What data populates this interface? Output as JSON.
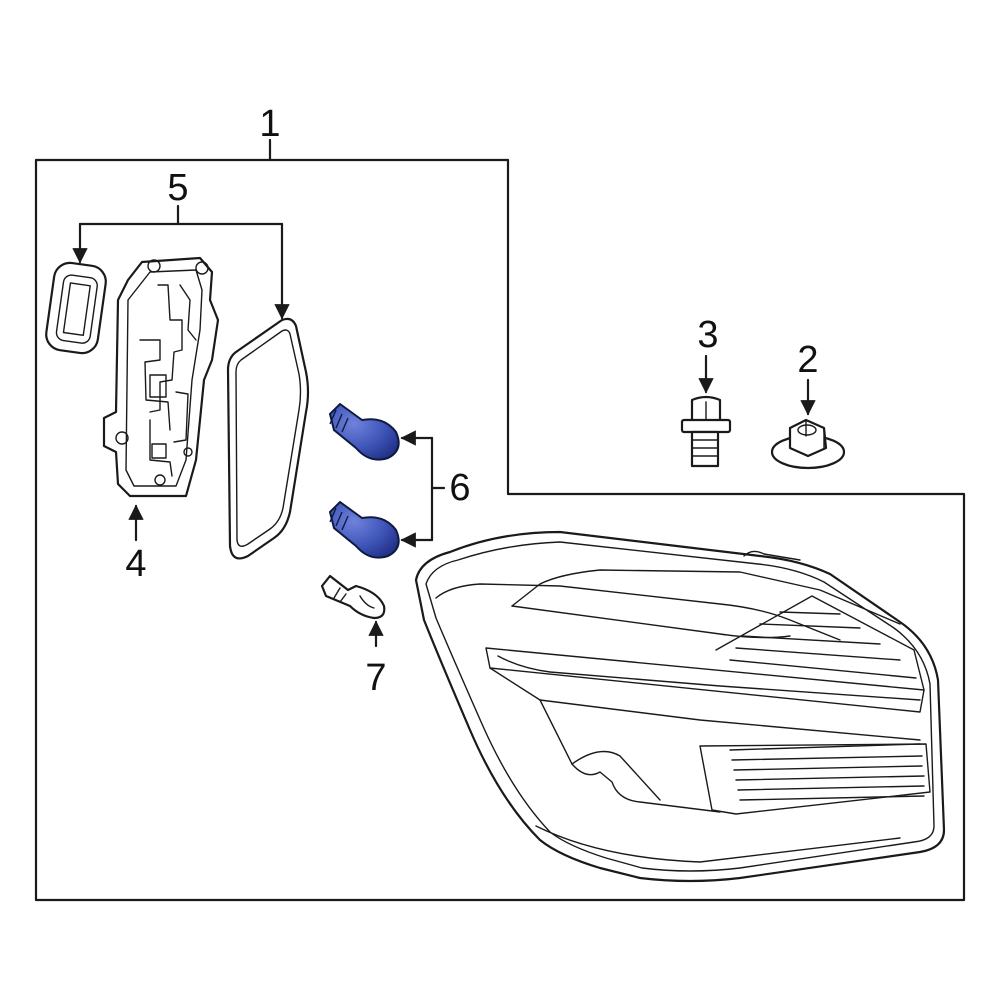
{
  "callouts": {
    "c1": "1",
    "c2": "2",
    "c3": "3",
    "c4": "4",
    "c5": "5",
    "c6": "6",
    "c7": "7"
  },
  "colors": {
    "bulb": "#3f55b8",
    "bulb_dark": "#23338a",
    "line": "#1a1a1a",
    "background": "#ffffff"
  },
  "icons": {
    "part_2": "flange-nut",
    "part_3": "bolt",
    "part_4": "bulb-socket-panel",
    "part_5": "gasket",
    "part_6": "bulb",
    "part_7": "wedge-bulb",
    "part_1": "tail-lamp-assembly"
  }
}
